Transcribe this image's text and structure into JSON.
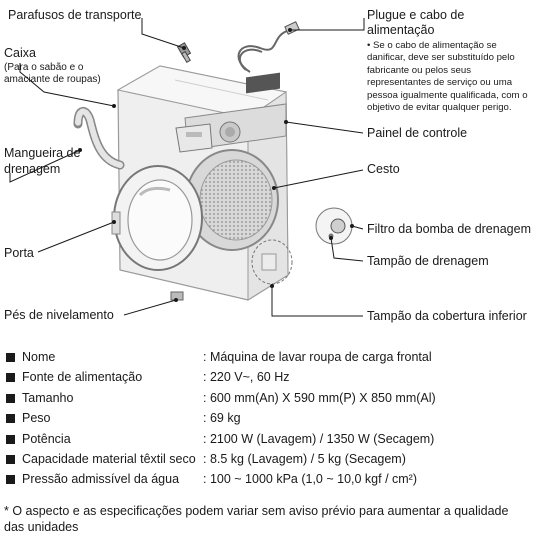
{
  "labels": {
    "transport_bolts": "Parafusos de transporte",
    "case": "Caixa",
    "case_note": "(Para o sabão e o amaciante de roupas)",
    "drain_hose": "Mangueira de drenagem",
    "door": "Porta",
    "leveling_feet": "Pés de nivelamento",
    "power_plug": "Plugue e cabo de alimentação",
    "power_note": "• Se o cabo de alimentação se danificar, deve ser substituído pelo fabricante ou pelos seus representantes de serviço ou uma pessoa igualmente qualificada, com o objetivo de evitar qualquer perigo.",
    "control_panel": "Painel de controle",
    "drum": "Cesto",
    "pump_filter": "Filtro da bomba de drenagem",
    "drain_plug": "Tampão de drenagem",
    "lower_cover": "Tampão da cobertura inferior"
  },
  "specs": [
    {
      "name": "Nome",
      "value": ": Máquina de lavar roupa de carga frontal"
    },
    {
      "name": "Fonte de alimentação",
      "value": ": 220 V~, 60 Hz"
    },
    {
      "name": "Tamanho",
      "value": ": 600 mm(An) X 590 mm(P) X 850 mm(Al)"
    },
    {
      "name": "Peso",
      "value": ": 69 kg"
    },
    {
      "name": "Potência",
      "value": ": 2100 W (Lavagem) / 1350 W (Secagem)"
    },
    {
      "name": "Capacidade material têxtil seco",
      "value": ": 8.5 kg (Lavagem) / 5 kg (Secagem)"
    },
    {
      "name": "Pressão admissível da água",
      "value": ": 100 ~ 1000 kPa (1,0 ~ 10,0 kgf / cm²)"
    }
  ],
  "footnote": "* O aspecto e as especificações podem variar sem aviso prévio para aumentar a qualidade das unidades",
  "colors": {
    "line": "#1a1a1a",
    "machine_fill": "#f1f1f1",
    "machine_edge": "#9a9a9a"
  }
}
